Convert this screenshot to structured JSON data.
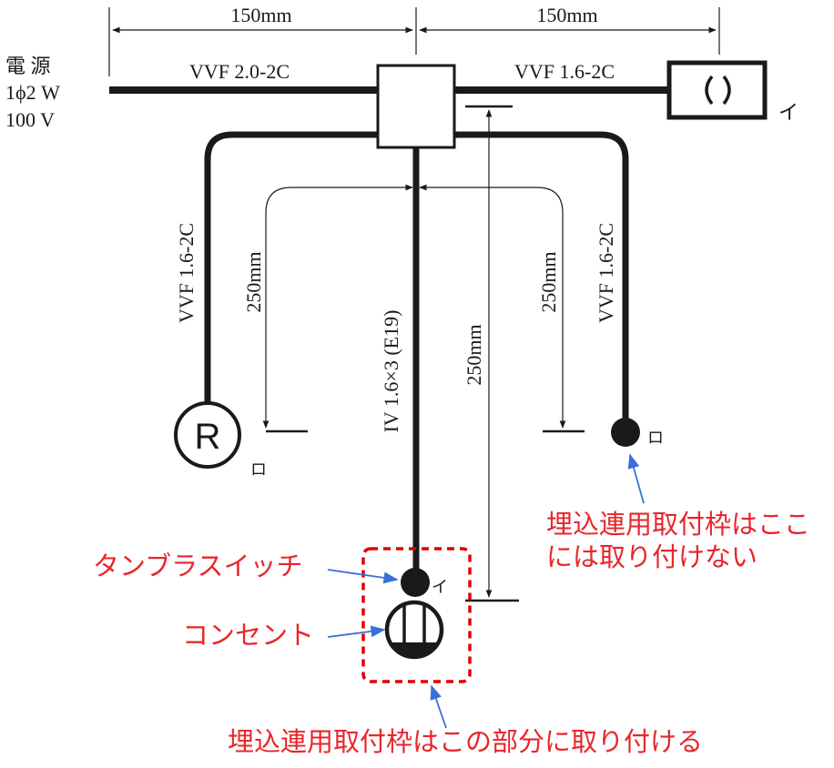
{
  "dimensions": {
    "top_left": "150mm",
    "top_right": "150mm",
    "left_branch": "250mm",
    "center_branch": "250mm",
    "right_branch": "250mm"
  },
  "power_source": {
    "line1": "電 源",
    "line2": "1ϕ2 W",
    "line3": "100 V"
  },
  "cables": {
    "main": "VVF 2.0-2C",
    "to_light": "VVF 1.6-2C",
    "left_vertical": "VVF 1.6-2C",
    "right_vertical": "VVF 1.6-2C",
    "center_vertical": "IV 1.6×3 (E19)"
  },
  "symbols": {
    "ceiling_light_label": "イ",
    "receptacle_r_glyph": "R",
    "receptacle_r_label": "ロ",
    "right_switch_label": "ロ",
    "tumbler_switch_label": "イ"
  },
  "annotations": {
    "right_note_line1": "埋込連用取付枠はここ",
    "right_note_line2": "には取り付けない",
    "tumbler_switch": "タンブラスイッチ",
    "outlet": "コンセント",
    "bottom_note": "埋込連用取付枠はこの部分に取り付ける"
  },
  "colors": {
    "wire": "#1a1a1a",
    "annotation_text": "#e8262b",
    "arrow": "#3b6fd8",
    "dashed_box": "#e00000"
  }
}
